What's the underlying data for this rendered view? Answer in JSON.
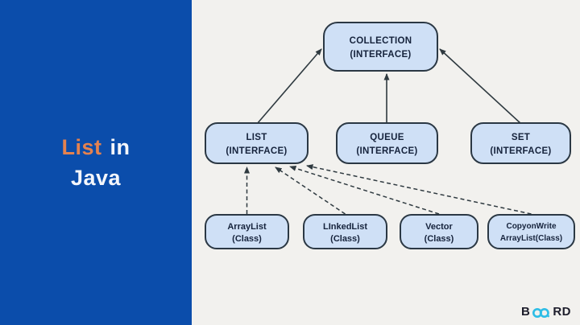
{
  "sidebar": {
    "title": {
      "highlight": "List",
      "rest": "in",
      "line2": "Java"
    }
  },
  "diagram": {
    "nodes": {
      "collection": {
        "line1": "COLLECTION",
        "line2": "(INTERFACE)"
      },
      "list": {
        "line1": "LIST",
        "line2": "(INTERFACE)"
      },
      "queue": {
        "line1": "QUEUE",
        "line2": "(INTERFACE)"
      },
      "set": {
        "line1": "SET",
        "line2": "(INTERFACE)"
      },
      "arraylist": {
        "line1": "ArrayList",
        "line2": "(Class)"
      },
      "linkedlist": {
        "line1": "LInkedList",
        "line2": "(Class)"
      },
      "vector": {
        "line1": "Vector",
        "line2": "(Class)"
      },
      "copyonwrite": {
        "line1": "CopyonWrite",
        "line2": "ArrayList(Class)"
      }
    },
    "edges": [
      {
        "from": "list",
        "to": "collection",
        "style": "solid"
      },
      {
        "from": "queue",
        "to": "collection",
        "style": "solid"
      },
      {
        "from": "set",
        "to": "collection",
        "style": "solid"
      },
      {
        "from": "arraylist",
        "to": "list",
        "style": "dashed"
      },
      {
        "from": "linkedlist",
        "to": "list",
        "style": "dashed"
      },
      {
        "from": "vector",
        "to": "list",
        "style": "dashed"
      },
      {
        "from": "copyonwrite",
        "to": "list",
        "style": "dashed"
      }
    ]
  },
  "logo": {
    "prefix": "B",
    "suffix": "RD",
    "icon": "infinity-icon"
  },
  "colors": {
    "sidebar_bg": "#0b4dab",
    "accent_orange": "#e5824f",
    "canvas_bg": "#f2f1ee",
    "node_fill": "#cfe0f6",
    "node_border": "#2b3844",
    "node_text": "#16233c",
    "edge_stroke": "#2f3a40",
    "logo_cyan": "#2ebde6",
    "logo_dark": "#1d1d2b"
  }
}
